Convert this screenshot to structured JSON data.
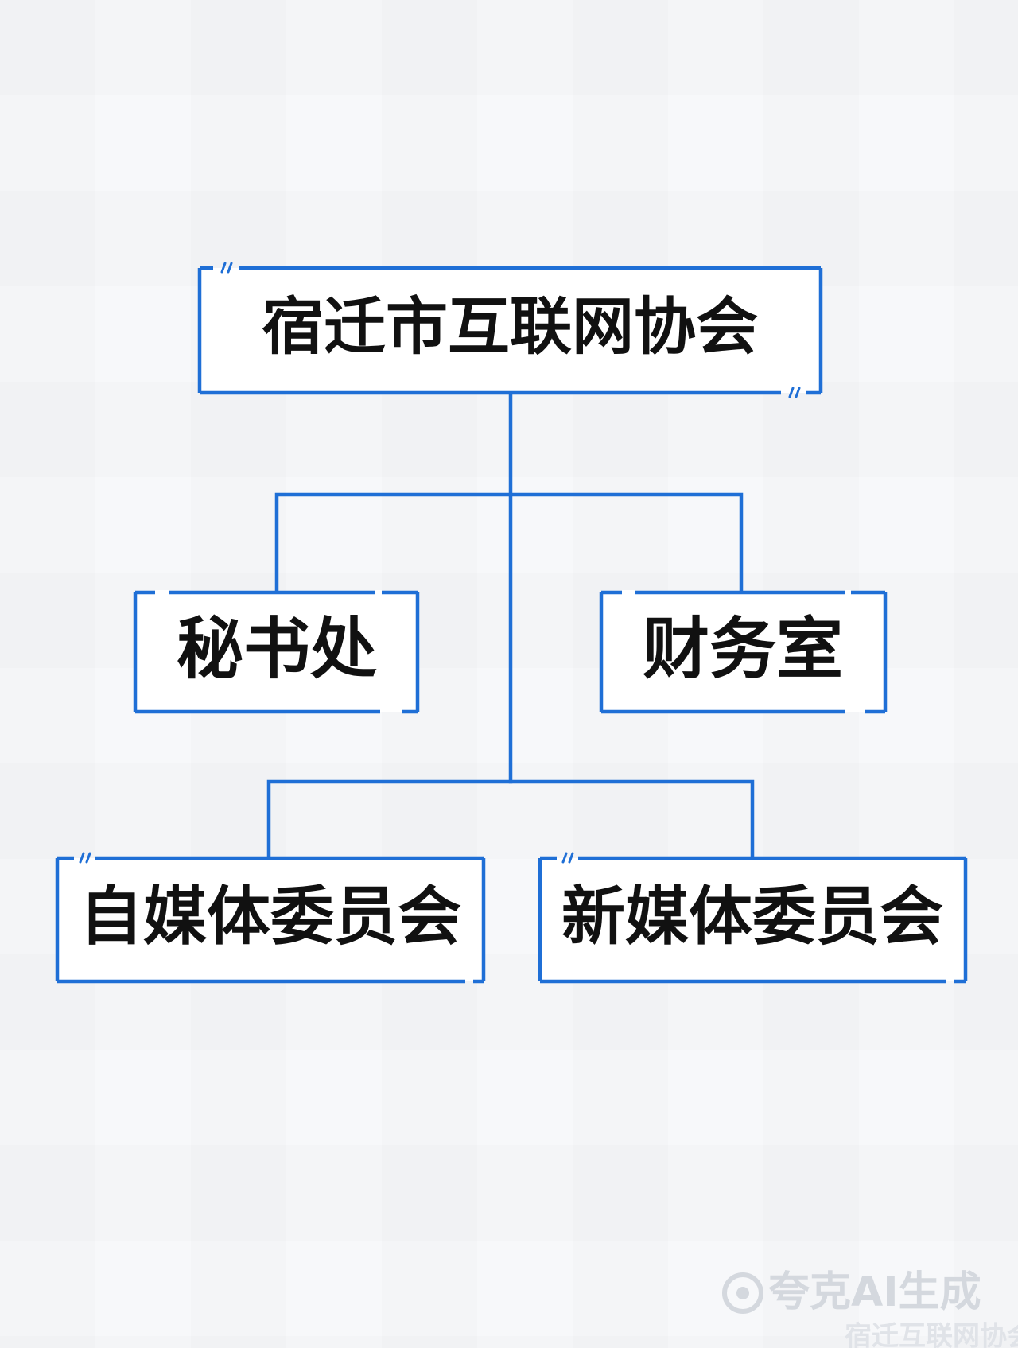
{
  "root": {
    "label": "宿迁市互联网协会"
  },
  "children": [
    {
      "label": "秘书处"
    },
    {
      "label": "财务室"
    },
    {
      "label": "自媒体委员会"
    },
    {
      "label": "新媒体委员会"
    }
  ],
  "watermark": {
    "brand": "夸克AI生成",
    "sub": "宿迁互联网协会"
  },
  "colors": {
    "line": "#1f6fd6",
    "text": "#111111",
    "watermark": "#d4d8de"
  }
}
